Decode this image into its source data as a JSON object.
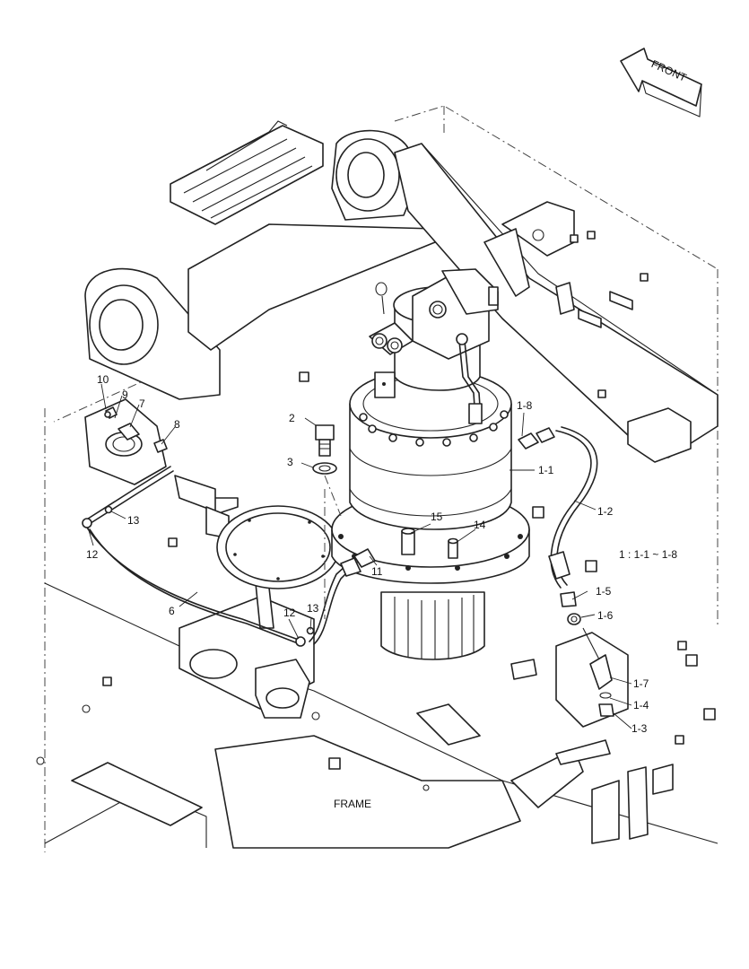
{
  "diagram": {
    "orientation_label": "FRONT",
    "frame_label": "FRAME",
    "note": "1 : 1-1 ~ 1-8",
    "callouts": {
      "c1_1": "1-1",
      "c1_2": "1-2",
      "c1_3": "1-3",
      "c1_4": "1-4",
      "c1_5": "1-5",
      "c1_6": "1-6",
      "c1_7": "1-7",
      "c1_8": "1-8",
      "c2": "2",
      "c3": "3",
      "c6": "6",
      "c7": "7",
      "c8": "8",
      "c9": "9",
      "c10": "10",
      "c11": "11",
      "c12a": "12",
      "c12b": "12",
      "c13a": "13",
      "c13b": "13",
      "c14": "14",
      "c15": "15"
    }
  }
}
